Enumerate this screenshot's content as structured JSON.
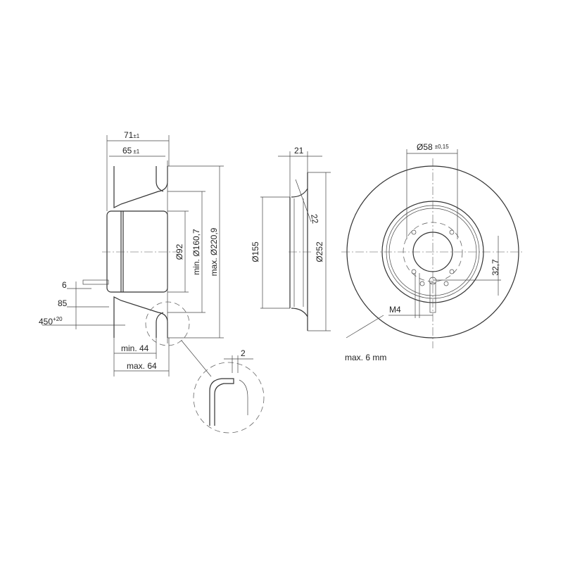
{
  "side_view": {
    "dim_overall_length": "71",
    "dim_overall_tol": "±1",
    "dim_housing_length": "65",
    "dim_housing_tol": "±1",
    "dim_motor_dia": "Ø92",
    "dim_min_dia": "min. Ø160,7",
    "dim_max_dia": "max. Ø220,9",
    "dim_cable_6": "6",
    "dim_cable_85": "85",
    "dim_cable_450": "450",
    "dim_cable_450_tol": "+20",
    "dim_min_44": "min. 44",
    "dim_max_64": "max. 64",
    "detail_dim": "2"
  },
  "inlet_view": {
    "dim_depth": "21",
    "dim_radius": "22",
    "dim_inner_dia": "Ø155",
    "dim_outer_dia": "Ø252"
  },
  "rear_view": {
    "dim_hub_dia": "Ø58",
    "dim_hub_tol": "±0,15",
    "dim_offset": "32,7",
    "thread": "M4",
    "note": "max. 6 mm"
  }
}
